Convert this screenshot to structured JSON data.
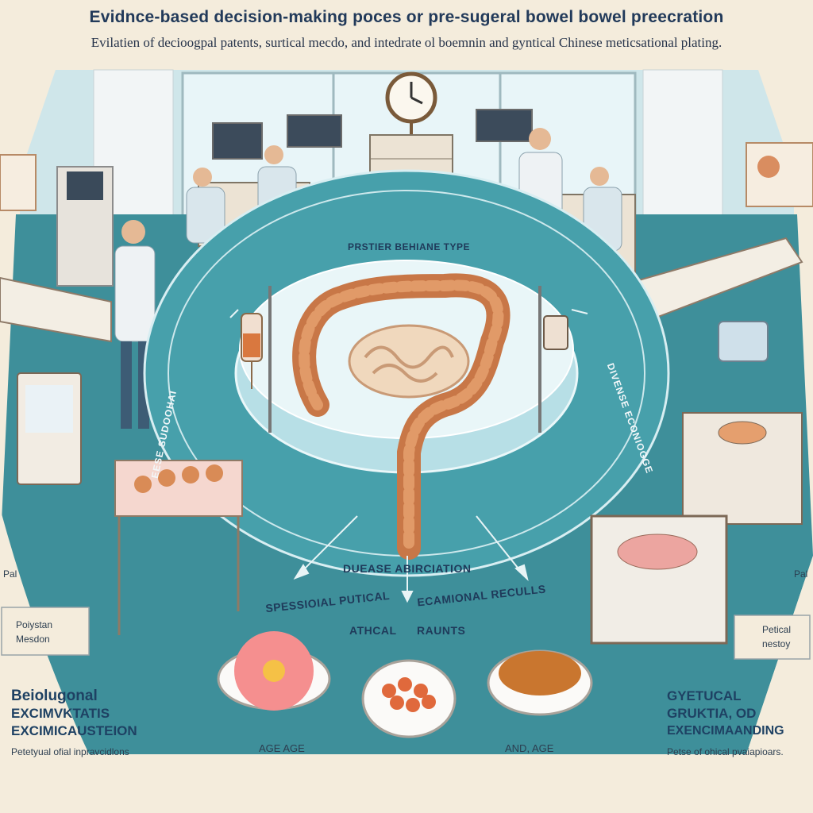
{
  "header": {
    "title": "Evidnce-based decision-making poces or pre-sugeral bowel bowel preecration",
    "subtitle": "Evilatien of decioogpal patents, surtical mecdo, and intedrate ol boemnin and gyntical Chinese meticsational plating."
  },
  "center": {
    "top_label": "PRSTIER BEHIANE TYPE",
    "left_ring": "EESE SUDOOHAI",
    "right_ring": "DIVENSE ECONIOGGE",
    "bottom_label": "DUEASE ABIRCIATION",
    "left_lower": "SPESSIOIAL PUTICAL",
    "left_lower_2": "ATHCAL",
    "right_lower": "ECAMIONAL RECULLS",
    "right_lower_2": "RAUNTS"
  },
  "bowls": {
    "left_label": "AGE AGE",
    "right_label": "AND, AGE"
  },
  "left_panel": {
    "marker": "Pal",
    "box_line1": "Poiystan",
    "box_line2": "Mesdon",
    "heading_line1": "Beiolugonal",
    "heading_line2": "EXCIMVKTATIS",
    "heading_line3": "EXCIMICAUSTEION",
    "footer": "Petetyual ofial inpravcidlons"
  },
  "right_panel": {
    "marker": "Pal",
    "box_line1": "Petical",
    "box_line2": "nestoy",
    "heading_line1": "GYETUCAL",
    "heading_line2": "GRUKTIA, OD",
    "heading_line3": "EXENCIMAANDING",
    "footer": "Petse of ohical pvaiapioars."
  },
  "colors": {
    "floor": "#3e8f9a",
    "wall": "#cfe5e8",
    "accent": "#c87747",
    "background": "#f4ecdc"
  }
}
